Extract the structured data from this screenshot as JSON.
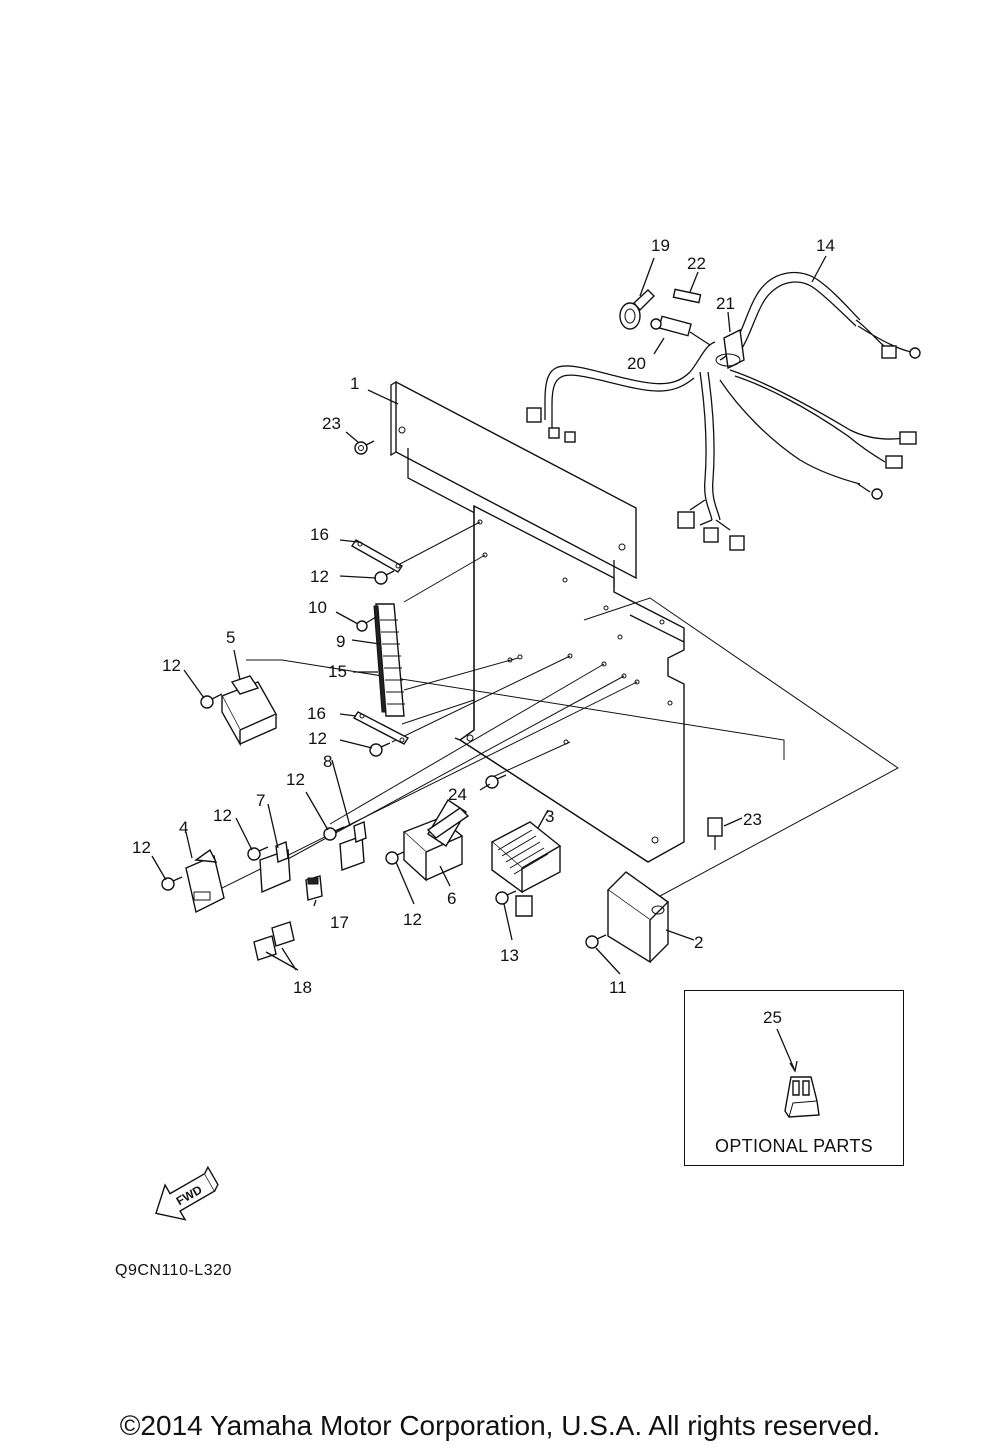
{
  "callouts": [
    {
      "num": "1"
    },
    {
      "num": "2"
    },
    {
      "num": "3"
    },
    {
      "num": "4"
    },
    {
      "num": "5"
    },
    {
      "num": "6"
    },
    {
      "num": "7"
    },
    {
      "num": "8"
    },
    {
      "num": "9"
    },
    {
      "num": "10"
    },
    {
      "num": "11"
    },
    {
      "num": "12"
    },
    {
      "num": "13"
    },
    {
      "num": "14"
    },
    {
      "num": "15"
    },
    {
      "num": "16"
    },
    {
      "num": "17"
    },
    {
      "num": "18"
    },
    {
      "num": "19"
    },
    {
      "num": "20"
    },
    {
      "num": "21"
    },
    {
      "num": "22"
    },
    {
      "num": "23"
    },
    {
      "num": "24"
    },
    {
      "num": "25"
    }
  ],
  "optional_parts": {
    "label": "OPTIONAL PARTS",
    "part_num": "25"
  },
  "fwd_arrow": {
    "text": "FWD"
  },
  "figure_code": "Q9CN110-L320",
  "copyright": "©2014 Yamaha Motor Corporation, U.S.A. All rights reserved."
}
